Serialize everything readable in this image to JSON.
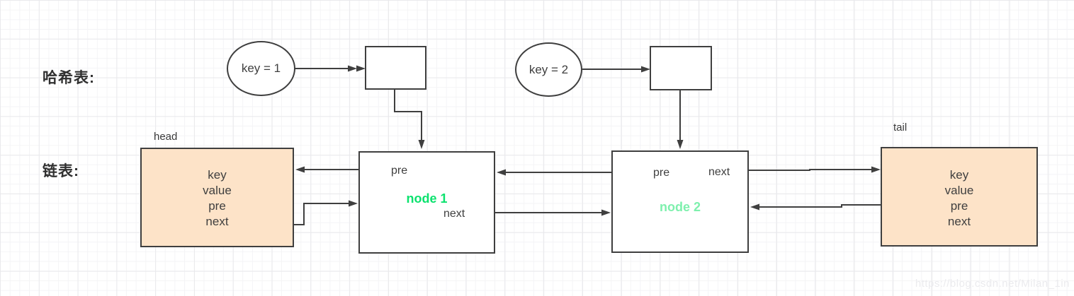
{
  "diagram": {
    "section_labels": {
      "hash_table": "哈希表:",
      "linked_list": "链表:"
    },
    "hash_table": {
      "entries": [
        {
          "key_label": "key = 1"
        },
        {
          "key_label": "key = 2"
        }
      ]
    },
    "linked_list": {
      "head": {
        "label": "head",
        "fields": [
          "key",
          "value",
          "pre",
          "next"
        ]
      },
      "tail": {
        "label": "tail",
        "fields": [
          "key",
          "value",
          "pre",
          "next"
        ]
      },
      "nodes": [
        {
          "name": "node 1",
          "pre_label": "pre",
          "next_label": "next",
          "name_color": "#0be26e"
        },
        {
          "name": "node 2",
          "pre_label": "pre",
          "next_label": "next",
          "name_color": "#7ef0ad"
        }
      ]
    },
    "colors": {
      "endpoint_fill": "#fde3c8",
      "line": "#3f3f3f",
      "node1_name": "#0be26e",
      "node2_name": "#7ef0ad",
      "grid_minor": "#f4f4f6",
      "grid_major": "#e9e9ec"
    },
    "watermark": "https://blog.csdn.net/Milan_1in"
  }
}
